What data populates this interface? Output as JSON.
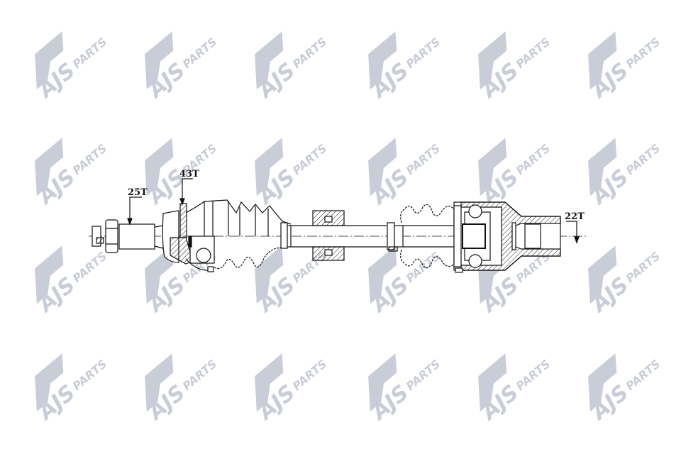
{
  "watermark": {
    "brand_main": "AJS",
    "brand_sub": "PARTS",
    "color": "#c9cdd8",
    "columns": 6,
    "rows": 4
  },
  "diagram": {
    "line_color": "#111111",
    "labels": {
      "outer_stub_teeth": "25T",
      "abs_ring_teeth": "43T",
      "inner_stub_teeth": "22T"
    }
  }
}
